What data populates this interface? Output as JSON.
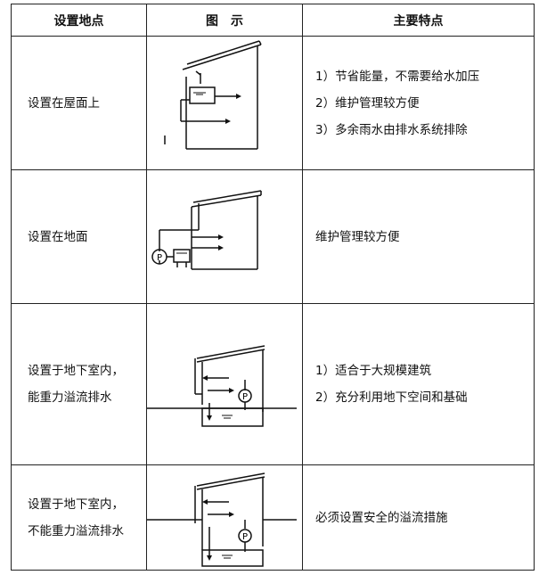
{
  "headers": {
    "location": "设置地点",
    "figure": "图　示",
    "features": "主要特点"
  },
  "rows": [
    {
      "location": [
        "设置在屋面上"
      ],
      "features": [
        "1）节省能量，不需要给水加压",
        "2）维护管理较方便",
        "3）多余雨水由排水系统排除"
      ]
    },
    {
      "location": [
        "设置在地面"
      ],
      "features": [
        "维护管理较方便"
      ]
    },
    {
      "location": [
        "设置于地下室内，",
        "能重力溢流排水"
      ],
      "features": [
        "1）适合于大规模建筑",
        "2）充分利用地下空间和基础"
      ]
    },
    {
      "location": [
        "设置于地下室内，",
        "不能重力溢流排水"
      ],
      "features": [
        "必须设置安全的溢流措施"
      ]
    }
  ],
  "icons": {
    "pump_symbol": "P"
  }
}
